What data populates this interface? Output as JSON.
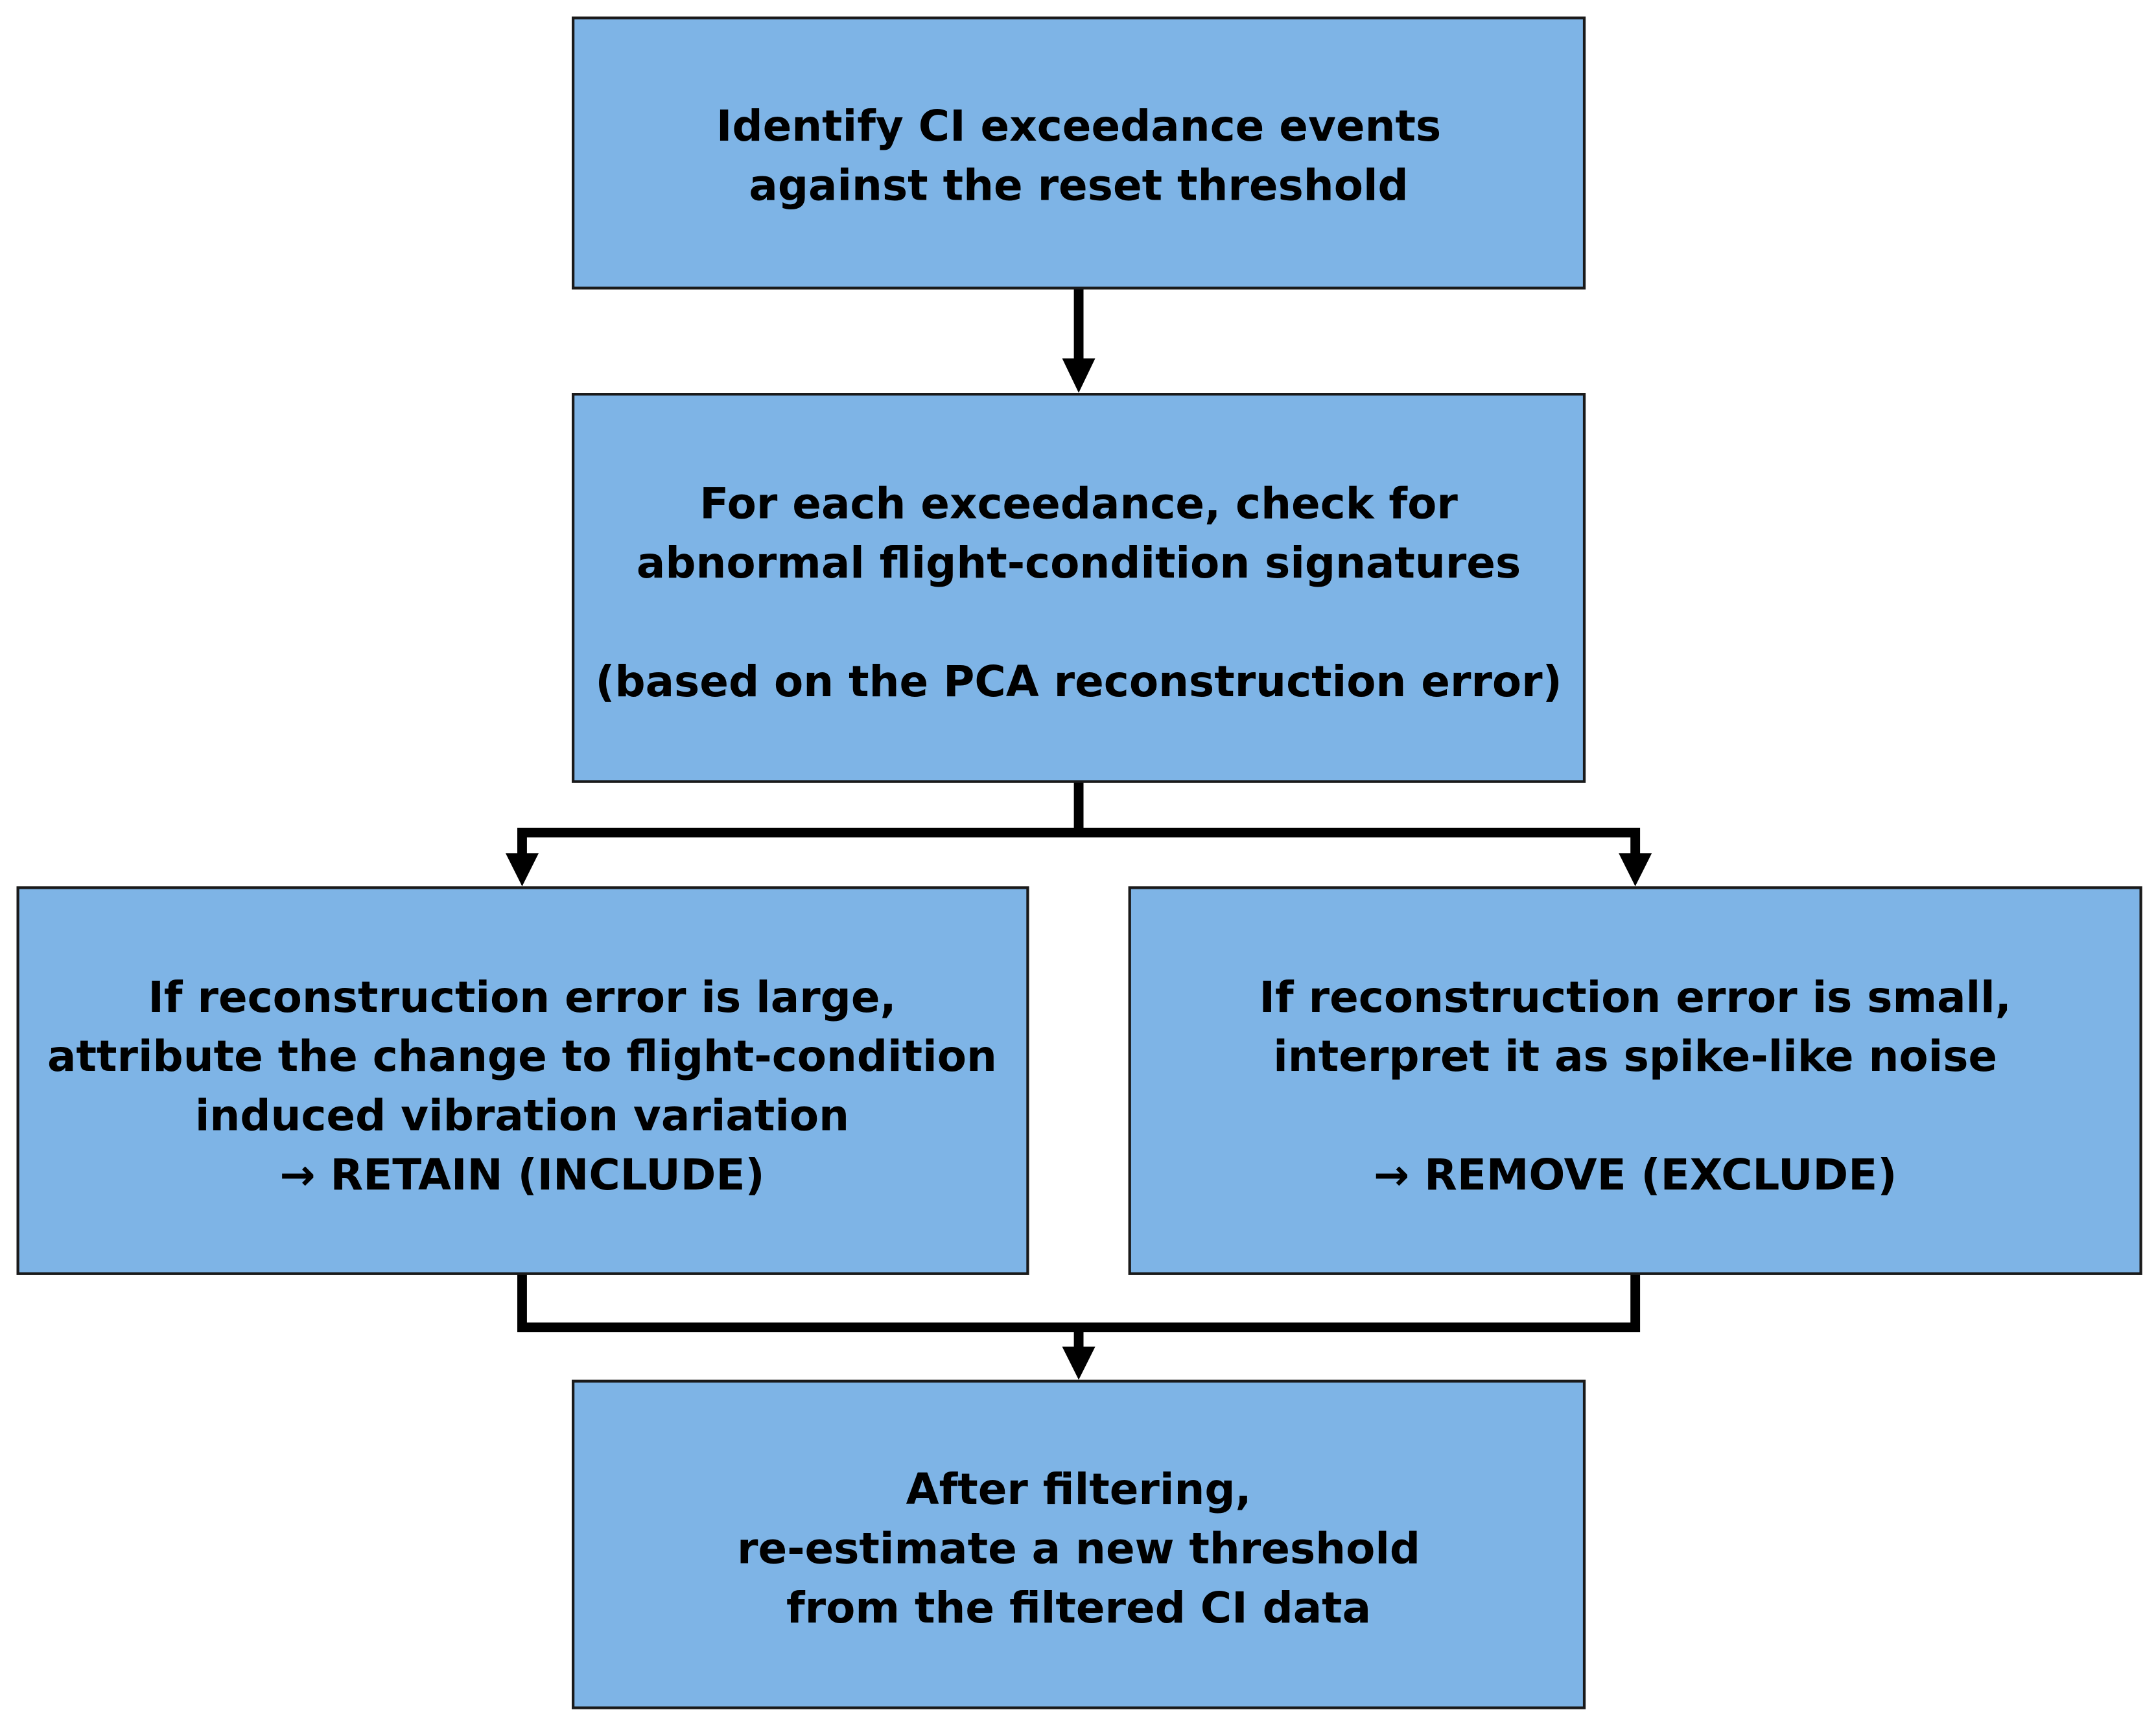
{
  "boxes": {
    "identify": {
      "lines": [
        "Identify CI exceedance events",
        "against the reset threshold"
      ]
    },
    "check": {
      "lines": [
        "For each exceedance, check for",
        "abnormal flight-condition signatures",
        "",
        "(based on the PCA reconstruction error)"
      ]
    },
    "large_error": {
      "lines": [
        "If reconstruction error is large,",
        "attribute the change to flight-condition",
        "induced vibration variation",
        "→ RETAIN (INCLUDE)"
      ]
    },
    "small_error": {
      "lines": [
        "If reconstruction error is small,",
        "interpret it as spike-like noise",
        "",
        "→ REMOVE (EXCLUDE)"
      ]
    },
    "reestimate": {
      "lines": [
        "After filtering,",
        "re-estimate a new threshold",
        "from the filtered CI data"
      ]
    }
  },
  "colors": {
    "box_fill": "#7EB4E6",
    "box_border": "#1a1a1a",
    "connector": "#000000",
    "text": "#000000"
  }
}
